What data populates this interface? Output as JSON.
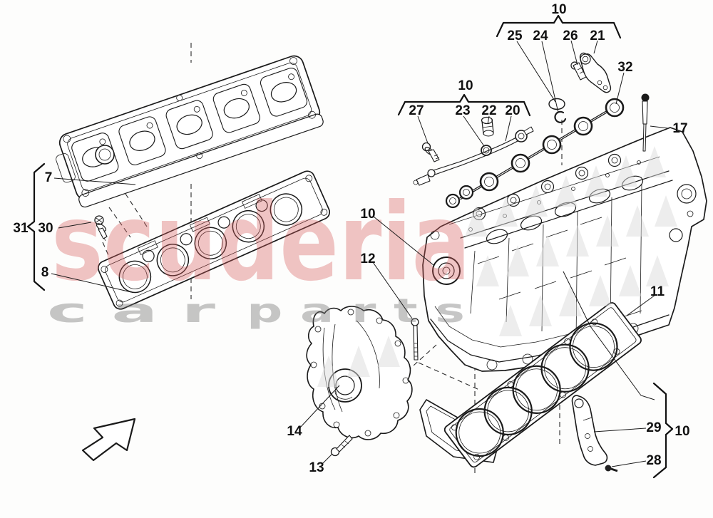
{
  "watermark": {
    "brand": "scuderia",
    "tagline_word1": "c a r",
    "tagline_word2": "p a r t s",
    "brand_color": "rgba(214,92,92,0.36)",
    "tagline_color": "rgba(120,120,120,0.42)"
  },
  "drawing_colors": {
    "line": "#1a1a1a",
    "background": "#fdfdfc"
  },
  "callouts": [
    {
      "id": "valve-cover",
      "label": "7"
    },
    {
      "id": "cover-assembly-group",
      "label": "31"
    },
    {
      "id": "cover-bolt",
      "label": "30"
    },
    {
      "id": "cover-gasket-plate",
      "label": "8"
    },
    {
      "id": "group-top",
      "label": "10"
    },
    {
      "id": "sealing-cap",
      "label": "25"
    },
    {
      "id": "seal-ring",
      "label": "24"
    },
    {
      "id": "bracket-bolt",
      "label": "26"
    },
    {
      "id": "lifting-bracket",
      "label": "21"
    },
    {
      "id": "gasket-chain",
      "label": "32"
    },
    {
      "id": "dipstick-tube",
      "label": "17"
    },
    {
      "id": "group-mid",
      "label": "10"
    },
    {
      "id": "banjo-bolt",
      "label": "27"
    },
    {
      "id": "o-ring",
      "label": "23"
    },
    {
      "id": "plug",
      "label": "22"
    },
    {
      "id": "oil-pipe",
      "label": "20"
    },
    {
      "id": "cylinder-head-group",
      "label": "10"
    },
    {
      "id": "stud-bolt",
      "label": "12"
    },
    {
      "id": "head-gasket",
      "label": "11"
    },
    {
      "id": "support-bracket",
      "label": "29"
    },
    {
      "id": "group-right",
      "label": "10"
    },
    {
      "id": "bracket-screw",
      "label": "28"
    },
    {
      "id": "timing-cover",
      "label": "14"
    },
    {
      "id": "timing-cover-screw",
      "label": "13"
    }
  ]
}
